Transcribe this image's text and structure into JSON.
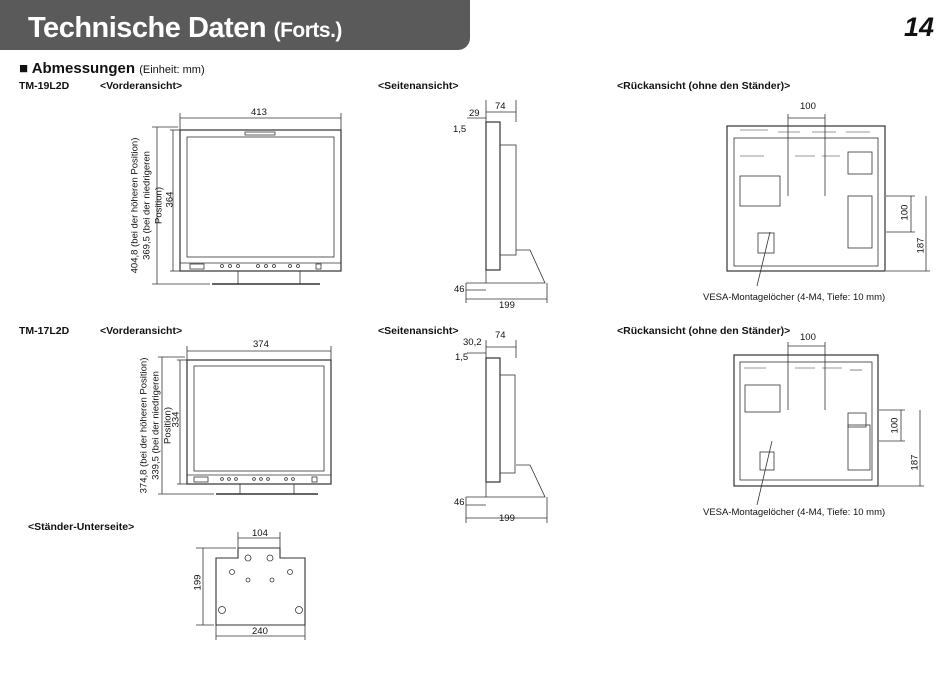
{
  "header": {
    "title": "Technische Daten",
    "title_suffix": "(Forts.)",
    "page_number": "14"
  },
  "section": {
    "bullet": "■",
    "title": "Abmessungen",
    "unit": "(Einheit: mm)"
  },
  "models": [
    {
      "name": "TM-19L2D",
      "front_label": "<Vorderansicht>",
      "side_label": "<Seitenansicht>",
      "rear_label": "<Rückansicht (ohne den Ständer)>",
      "front_width": "413",
      "front_height": "364",
      "front_total_height": "404,8 (bei der höheren Position)",
      "front_total_height_low": "369,5 (bei der niedrigeren",
      "front_total_height_low_2": "Position)",
      "side_top_a": "29",
      "side_top_b": "74",
      "side_offset": "1,5",
      "side_base_a": "46",
      "side_base_b": "199",
      "rear_vesa_h": "100",
      "rear_vesa_v": "100",
      "rear_height": "187",
      "vesa_note": "VESA-Montagelöcher (4-M4, Tiefe: 10 mm)"
    },
    {
      "name": "TM-17L2D",
      "front_label": "<Vorderansicht>",
      "side_label": "<Seitenansicht>",
      "rear_label": "<Rückansicht (ohne den Ständer)>",
      "front_width": "374",
      "front_height": "334",
      "front_total_height": "374,8 (bei der höheren Position)",
      "front_total_height_low": "339,5 (bei der niedrigeren",
      "front_total_height_low_2": "Position)",
      "side_top_a": "30,2",
      "side_top_b": "74",
      "side_offset": "1,5",
      "side_base_a": "46",
      "side_base_b": "199",
      "rear_vesa_h": "100",
      "rear_vesa_v": "100",
      "rear_height": "187",
      "vesa_note": "VESA-Montagelöcher (4-M4, Tiefe: 10 mm)"
    }
  ],
  "stand": {
    "label": "<Ständer-Unterseite>",
    "top_width": "104",
    "height": "199",
    "bottom_width": "240"
  }
}
